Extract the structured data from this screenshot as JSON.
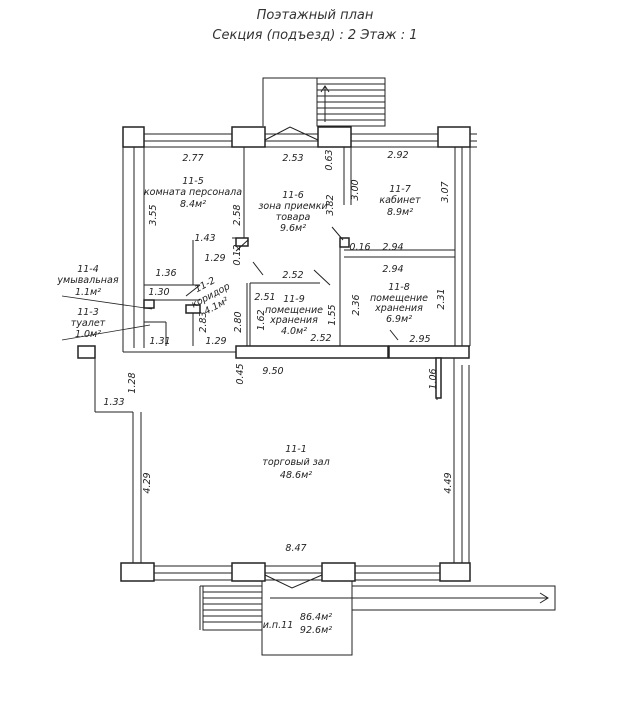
{
  "header": {
    "title": "Поэтажный план",
    "subtitle": "Секция (подъезд) : 2   Этаж : 1"
  },
  "rooms": [
    {
      "id": "11-1",
      "name": "торговый зал",
      "area": "48.6м²"
    },
    {
      "id": "11-2",
      "name": "коридор",
      "area": "4.1м²"
    },
    {
      "id": "11-3",
      "name": "туалет",
      "area": "1.0м²"
    },
    {
      "id": "11-4",
      "name": "умывальная",
      "area": "1.1м²"
    },
    {
      "id": "11-5",
      "name": "комната персонала",
      "area": "8.4м²"
    },
    {
      "id": "11-6",
      "name1": "зона приемки",
      "name2": "товара",
      "area": "9.6м²"
    },
    {
      "id": "11-7",
      "name": "кабинет",
      "area": "8.9м²"
    },
    {
      "id": "11-8",
      "name1": "помещение",
      "name2": "хранения",
      "area": "6.9м²"
    },
    {
      "id": "11-9",
      "name1": "помещение",
      "name2": "хранения",
      "area": "4.0м²"
    }
  ],
  "dimensions": {
    "d_2_77": "2.77",
    "d_2_53": "2.53",
    "d_0_63": "0.63",
    "d_2_92": "2.92",
    "d_3_55": "3.55",
    "d_2_58": "2.58",
    "d_3_82": "3.82",
    "d_3_00": "3.00",
    "d_3_07": "3.07",
    "d_1_43": "1.43",
    "d_1_29a": "1.29",
    "d_0_12": "0.12",
    "d_0_16": "0.16",
    "d_2_94a": "2.94",
    "d_2_94b": "2.94",
    "d_1_36": "1.36",
    "d_2_52a": "2.52",
    "d_1_30": "1.30",
    "d_2_51": "2.51",
    "d_2_36": "2.36",
    "d_2_31": "2.31",
    "d_1_62": "1.62",
    "d_1_55": "1.55",
    "d_2_80": "2.80",
    "d_2_83": "2.83",
    "d_1_31": "1.31",
    "d_1_29b": "1.29",
    "d_2_52b": "2.52",
    "d_2_95": "2.95",
    "d_0_45": "0.45",
    "d_9_50": "9.50",
    "d_1_06": "1.06",
    "d_1_28": "1.28",
    "d_1_33": "1.33",
    "d_4_29": "4.29",
    "d_4_49": "4.49",
    "d_8_47": "8.47"
  },
  "totals": {
    "label": "и.п.11",
    "area1": "86.4м²",
    "area2": "92.6м²"
  }
}
